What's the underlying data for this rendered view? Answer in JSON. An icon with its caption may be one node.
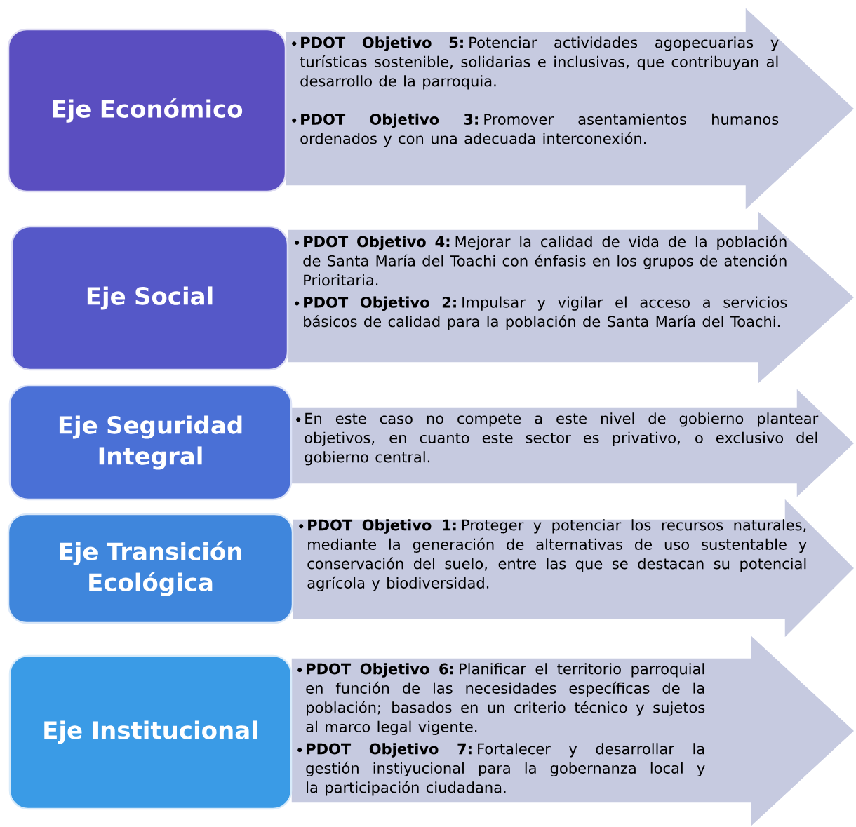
{
  "diagram": {
    "nodes": [
      {
        "text": [
          "Eje Económico"
        ]
      },
      {
        "text": [
          "**PDOT Objetivo 5:** Potenciar actividades agopecuarias y turísticas sostenible, solidarias e inclusivas, que contribuyan al desarrollo de la parroquia.",
          "**PDOT Objetivo 3:** Promover asentamientos humanos ordenados y con una adecuada interconexión."
        ]
      },
      {
        "text": [
          "Eje Social"
        ]
      },
      {
        "text": [
          "**PDOT Objetivo 4:** Mejorar la calidad de vida de la población de Santa María del Toachi con énfasis en los grupos de atención Prioritaria.",
          "**PDOT Objetivo 2:** Impulsar y vigilar el acceso a servicios básicos de calidad para la población de Santa María del Toachi."
        ]
      },
      {
        "text": [
          "Eje Seguridad Integral"
        ]
      },
      {
        "text": [
          "En este caso no compete a este nivel de gobierno plantear objetivos, en cuanto este sector es privativo, o exclusivo del gobierno central."
        ]
      },
      {
        "text": [
          "Eje Transición Ecológica"
        ]
      },
      {
        "text": [
          "**PDOT Objetivo 1:** Proteger y potenciar los recursos naturales, mediante la generación de alternativas de uso sustentable y conservación del suelo, entre las que se destacan su potencial agrícola y biodiversidad."
        ]
      },
      {
        "text": [
          "Eje Institucional"
        ]
      },
      {
        "text": [
          "**PDOT Objetivo 6:** Planificar el territorio parroquial en función de las necesidades específicas de la población; basados en un criterio técnico y sujetos al marco legal vigente.",
          "**PDOT Objetivo 7:** Fortalecer y desarrollar la gestión instiyucional para la gobernanza local y la participación ciudadana."
        ]
      }
    ],
    "edges": []
  }
}
